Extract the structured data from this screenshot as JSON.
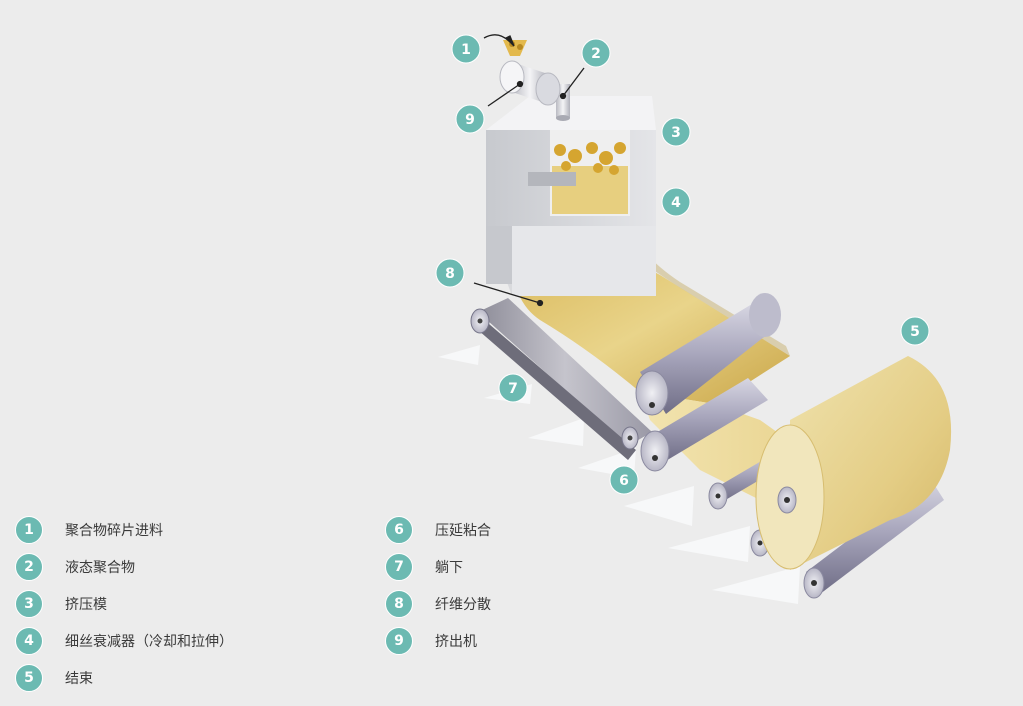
{
  "colors": {
    "background": "#ececec",
    "badge": "#6cbab2",
    "badge_text": "#ffffff",
    "fiber": "#e6cd7a",
    "roller": "#9a98b0",
    "machine": "#dfe0e3"
  },
  "callouts": [
    "1",
    "2",
    "3",
    "4",
    "5",
    "6",
    "7",
    "8",
    "9"
  ],
  "legend": [
    {
      "num": "1",
      "label": "聚合物碎片进料"
    },
    {
      "num": "2",
      "label": "液态聚合物"
    },
    {
      "num": "3",
      "label": "挤压模"
    },
    {
      "num": "4",
      "label": "细丝衰减器（冷却和拉伸）"
    },
    {
      "num": "5",
      "label": "结束"
    },
    {
      "num": "6",
      "label": "压延粘合"
    },
    {
      "num": "7",
      "label": "躺下"
    },
    {
      "num": "8",
      "label": "纤维分散"
    },
    {
      "num": "9",
      "label": "挤出机"
    }
  ]
}
